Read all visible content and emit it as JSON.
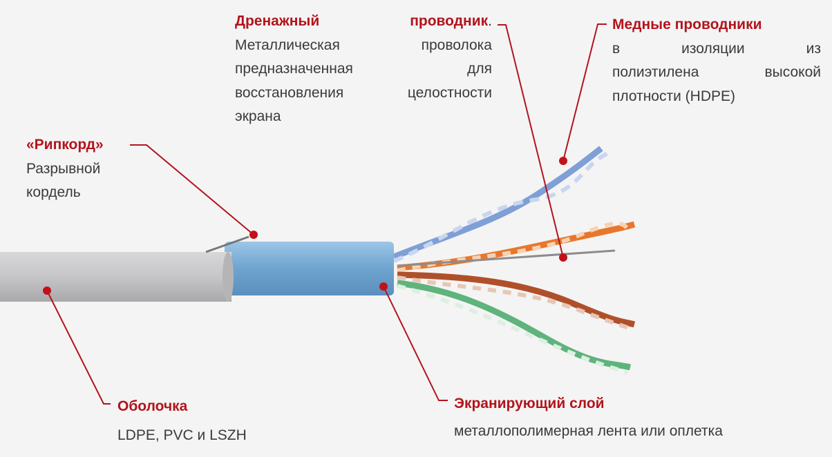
{
  "drain": {
    "title_words": [
      "Дренажный",
      "проводник"
    ],
    "title_end": ".",
    "lines": [
      [
        "Металлическая",
        "проволока"
      ],
      [
        "предназначенная",
        "для"
      ],
      [
        "восстановления",
        "целостности"
      ]
    ],
    "last_line": "экрана"
  },
  "copper": {
    "title": "Медные проводники",
    "lines": [
      [
        "в",
        "изоляции",
        "из"
      ],
      [
        "полиэтилена",
        "высокой"
      ]
    ],
    "last_line": "плотности (HDPE)"
  },
  "ripcord": {
    "title": "«Рипкорд»",
    "lines": [
      "Разрывной",
      "кордель"
    ]
  },
  "sheath": {
    "title": "Оболочка",
    "desc": "LDPE, PVC и LSZH"
  },
  "shield": {
    "title": "Экранирующий слой",
    "desc": "металлополимерная лента или оплетка"
  },
  "colors": {
    "accent": "#b3131c",
    "jacket": "#c9c9cb",
    "foil": "#7fb2d9",
    "blue_pair": "#7f9fd6",
    "orange_pair": "#e8772c",
    "brown_pair": "#b0502a",
    "green_pair": "#5fb37c"
  }
}
